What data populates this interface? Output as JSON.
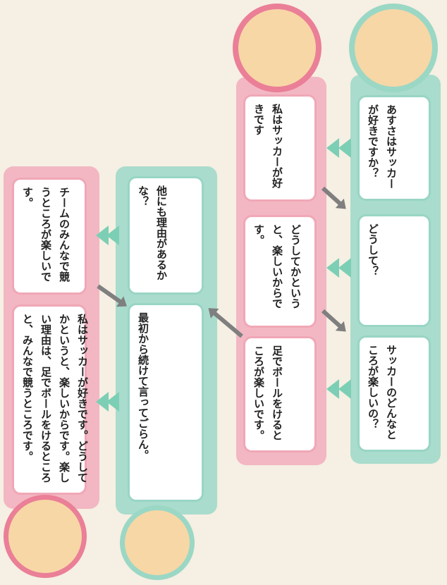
{
  "cards": [
    {
      "id": "q1",
      "text": "あすさはサッカーが好きですか？"
    },
    {
      "id": "a1",
      "text": "私はサッカーが好きです"
    },
    {
      "id": "q2",
      "text": "どうして？"
    },
    {
      "id": "a2",
      "text": "どうしてかというと、楽しいからです。"
    },
    {
      "id": "q3",
      "text": "サッカーのどんなところが楽しいの？"
    },
    {
      "id": "a3",
      "text": "足でボールをけるところが楽しいです。"
    },
    {
      "id": "q4",
      "text": "他にも理由があるかな？"
    },
    {
      "id": "a4",
      "text": "チームのみんなで競うところが楽しいです。"
    },
    {
      "id": "q5",
      "text": "最初から続けて言ってごらん。"
    },
    {
      "id": "a5",
      "text": "私はサッカーが好きです。どうしてかというと、楽しいからです。楽しい理由は、足でボールをけるところと、みんなで競うところです。"
    }
  ],
  "colors": {
    "teal": "#a9dccd",
    "pink": "#f2b7c3",
    "teal_border": "#98d5c4",
    "pink_border": "#f0a7b6",
    "arrow": "#7f7f7f",
    "pointer": "#7ccfb4"
  }
}
